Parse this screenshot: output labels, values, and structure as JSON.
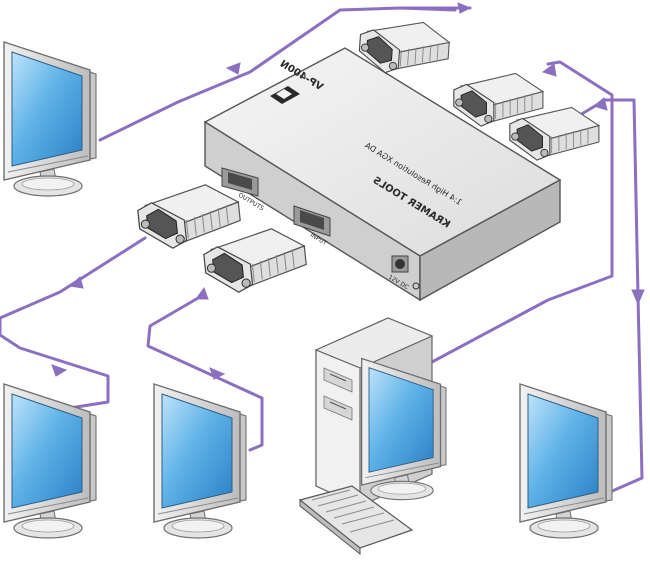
{
  "device": {
    "model": "VP-400N",
    "brand": "KRAMER TOOLS",
    "description": "1:4 High Resolution XGA DA",
    "port_outputs": "OUTPUTS",
    "port_input": "INPUT",
    "power_label": "12V DC",
    "logo_icon": "kramer-k-logo-icon"
  },
  "colors": {
    "cable": "#8c70c0",
    "device_body": "#e8e8e8",
    "screen": "#5fb3e8",
    "monitor_case": "#dcdcdc"
  }
}
